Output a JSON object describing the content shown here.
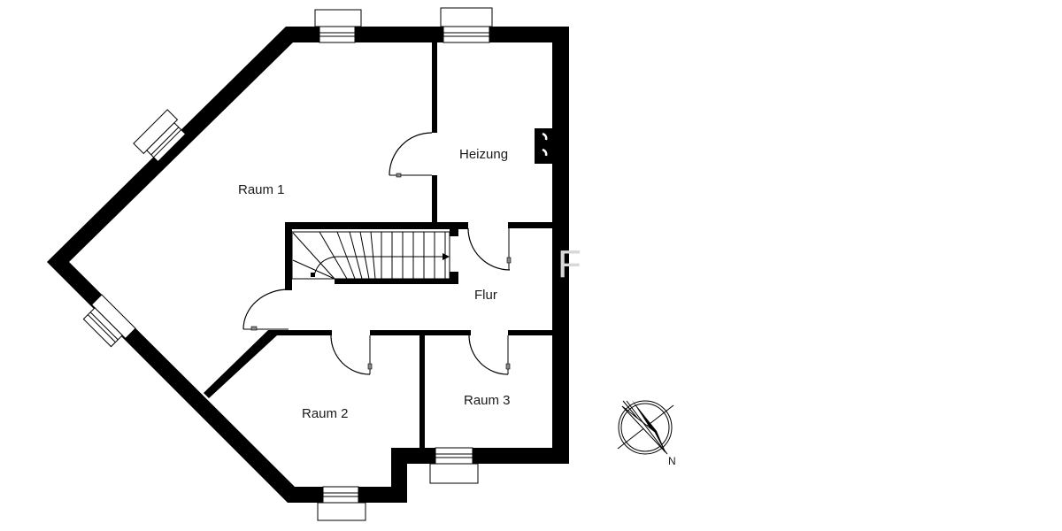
{
  "floorplan": {
    "rooms": [
      {
        "id": "raum-1",
        "label": "Raum 1"
      },
      {
        "id": "heizung",
        "label": "Heizung"
      },
      {
        "id": "flur",
        "label": "Flur"
      },
      {
        "id": "raum-2",
        "label": "Raum 2"
      },
      {
        "id": "raum-3",
        "label": "Raum 3"
      }
    ],
    "compass": {
      "label": "N"
    },
    "watermark": "F",
    "colors": {
      "wall": "#000000",
      "background": "#ffffff",
      "text": "#1a1a1a"
    }
  }
}
